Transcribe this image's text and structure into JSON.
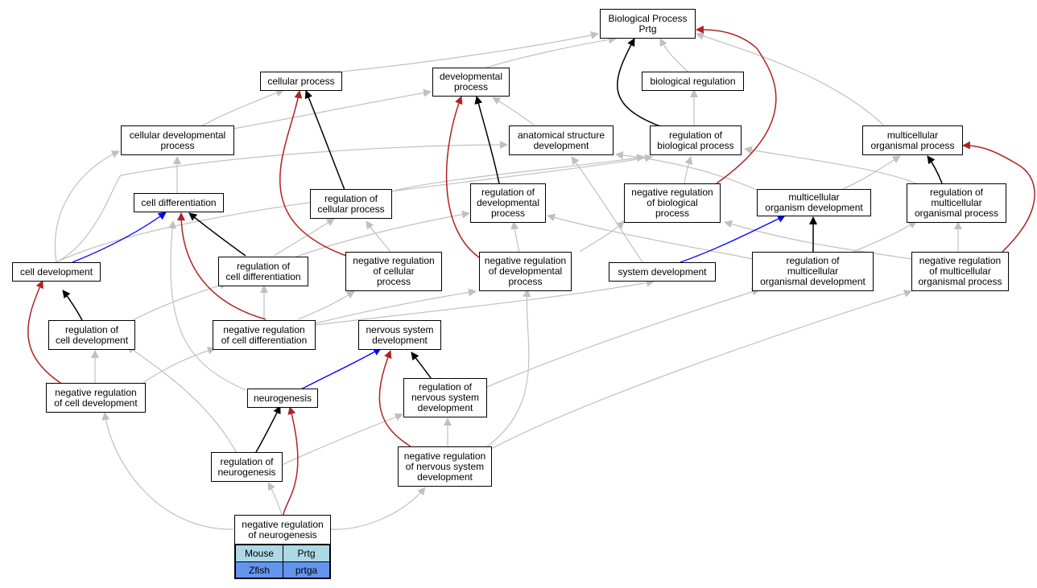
{
  "colors": {
    "gray_edge": "#c0c0c0",
    "black_edge": "#000000",
    "red_edge": "#b22222",
    "blue_edge": "#0000ff",
    "species_light": "#add8e6",
    "species_dark": "#6495ed"
  },
  "nodes": {
    "bp": "Biological Process\nPrtg",
    "cellular_process": "cellular process",
    "developmental_process": "developmental\nprocess",
    "biological_regulation": "biological regulation",
    "cellular_developmental_process": "cellular developmental\nprocess",
    "anatomical_structure_development": "anatomical structure\ndevelopment",
    "regulation_of_biological_process": "regulation of\nbiological process",
    "multicellular_organismal_process": "multicellular\norganismal process",
    "cell_differentiation": "cell differentiation",
    "regulation_of_cellular_process": "regulation of\ncellular process",
    "regulation_of_developmental_process": "regulation of\ndevelopmental\nprocess",
    "negative_regulation_of_biological_process": "negative regulation\nof biological\nprocess",
    "multicellular_organism_development": "multicellular\norganism development",
    "regulation_of_multicellular_organismal_process": "regulation of\nmulticellular\norganismal process",
    "cell_development": "cell development",
    "regulation_of_cell_differentiation": "regulation of\ncell differentiation",
    "negative_regulation_of_cellular_process": "negative regulation\nof cellular\nprocess",
    "negative_regulation_of_developmental_process": "negative regulation\nof developmental\nprocess",
    "system_development": "system development",
    "regulation_of_multicellular_organismal_development": "regulation of\nmulticellular\norganismal development",
    "negative_regulation_of_multicellular_organismal_process": "negative regulation\nof multicellular\norganismal process",
    "regulation_of_cell_development": "regulation of\ncell development",
    "negative_regulation_of_cell_differentiation": "negative regulation\nof cell differentiation",
    "nervous_system_development": "nervous system\ndevelopment",
    "negative_regulation_of_cell_development": "negative regulation\nof cell development",
    "neurogenesis": "neurogenesis",
    "regulation_of_nervous_system_development": "regulation of\nnervous system\ndevelopment",
    "regulation_of_neurogenesis": "regulation of\nneurogenesis",
    "negative_regulation_of_nervous_system_development": "negative regulation\nof nervous system\ndevelopment",
    "negative_regulation_of_neurogenesis": "negative regulation\nof neurogenesis"
  },
  "legend": {
    "mouse": "Mouse",
    "prtg": "Prtg",
    "zfish": "Zfish",
    "prtga": "prtga"
  }
}
